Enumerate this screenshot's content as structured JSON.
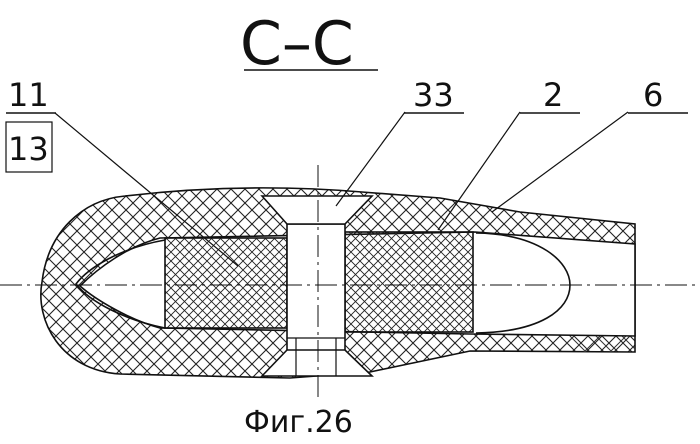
{
  "figure": {
    "section_title": "С–С",
    "caption": "Фиг.26",
    "labels": {
      "l11": "11",
      "l13": "13",
      "l33": "33",
      "l2": "2",
      "l6": "6"
    }
  }
}
